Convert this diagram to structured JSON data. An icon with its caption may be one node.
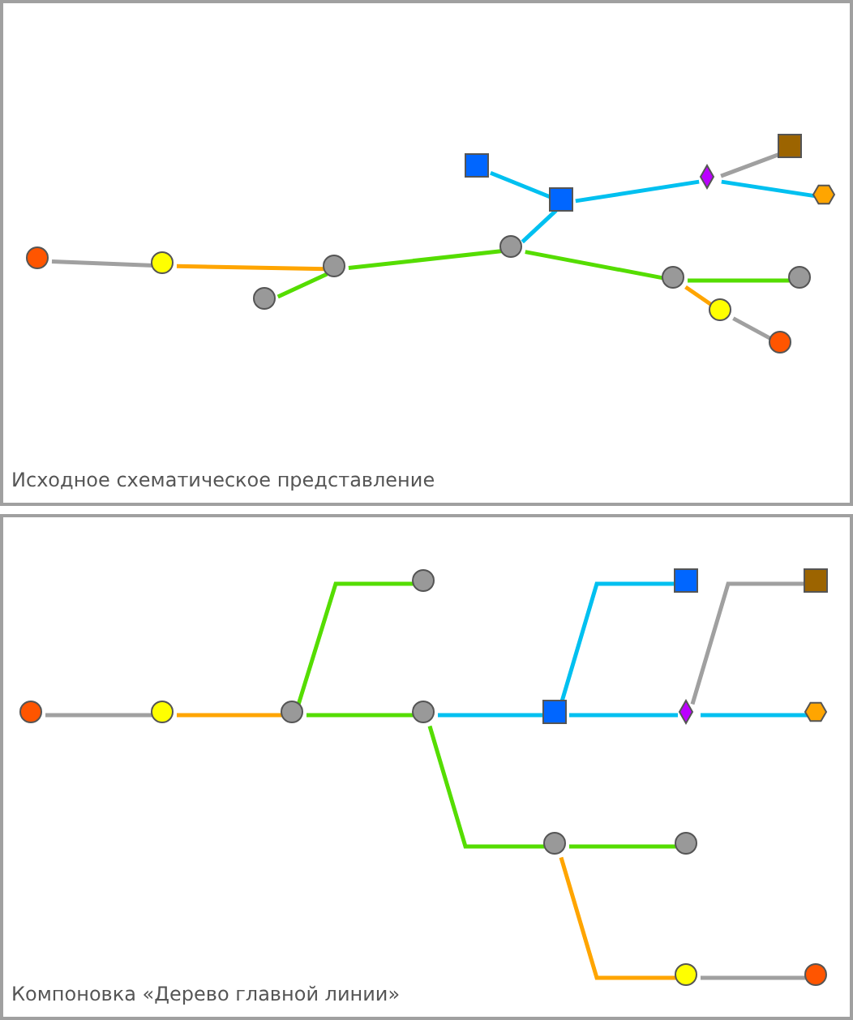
{
  "diagram": {
    "nodes": [
      {
        "text": [
          "Исходное схематическое представление"
        ]
      },
      {
        "text": [],
        "shape": "circle",
        "in": 0
      },
      {
        "text": [],
        "shape": "circle",
        "in": 0
      },
      {
        "text": [],
        "shape": "circle",
        "in": 0
      },
      {
        "text": [],
        "shape": "circle",
        "in": 0
      },
      {
        "text": [],
        "shape": "box",
        "in": 0
      },
      {
        "text": [],
        "shape": "circle",
        "in": 0
      },
      {
        "text": [],
        "shape": "box",
        "in": 0
      },
      {
        "text": [],
        "shape": "circle",
        "in": 0
      },
      {
        "text": [],
        "shape": "diamond",
        "in": 0
      },
      {
        "text": [],
        "shape": "circle",
        "in": 0
      },
      {
        "text": [],
        "shape": "circle",
        "in": 0
      },
      {
        "text": [],
        "shape": "box",
        "in": 0
      },
      {
        "text": [],
        "shape": "circle",
        "in": 0
      },
      {
        "text": [],
        "shape": "hexagon",
        "in": 0
      },
      {
        "text": [
          "Компоновка «Дерево главной линии»"
        ]
      },
      {
        "text": [],
        "shape": "circle",
        "in": 15
      },
      {
        "text": [],
        "shape": "circle",
        "in": 15
      },
      {
        "text": [],
        "shape": "circle",
        "in": 15
      },
      {
        "text": [],
        "shape": "circle",
        "in": 15
      },
      {
        "text": [],
        "shape": "circle",
        "in": 15
      },
      {
        "text": [],
        "shape": "box",
        "in": 15
      },
      {
        "text": [],
        "shape": "circle",
        "in": 15
      },
      {
        "text": [],
        "shape": "box",
        "in": 15
      },
      {
        "text": [],
        "shape": "diamond",
        "in": 15
      },
      {
        "text": [],
        "shape": "circle",
        "in": 15
      },
      {
        "text": [],
        "shape": "circle",
        "in": 15
      },
      {
        "text": [],
        "shape": "box",
        "in": 15
      },
      {
        "text": [],
        "shape": "hexagon",
        "in": 15
      },
      {
        "text": [],
        "shape": "circle",
        "in": 15
      }
    ],
    "edges": [
      {
        "from": 1,
        "to": 2,
        "arrow": "none",
        "color": "#a0a0a0"
      },
      {
        "from": 2,
        "to": 4,
        "arrow": "none",
        "color": "#ffa500"
      },
      {
        "from": 4,
        "to": 3,
        "arrow": "none",
        "color": "#55dd00"
      },
      {
        "from": 4,
        "to": 6,
        "arrow": "none",
        "color": "#55dd00"
      },
      {
        "from": 6,
        "to": 7,
        "arrow": "none",
        "color": "#00c0f0"
      },
      {
        "from": 7,
        "to": 5,
        "arrow": "none",
        "color": "#00c0f0"
      },
      {
        "from": 7,
        "to": 9,
        "arrow": "none",
        "color": "#00c0f0"
      },
      {
        "from": 9,
        "to": 12,
        "arrow": "none",
        "color": "#a0a0a0"
      },
      {
        "from": 9,
        "to": 14,
        "arrow": "none",
        "color": "#00c0f0"
      },
      {
        "from": 6,
        "to": 8,
        "arrow": "none",
        "color": "#55dd00"
      },
      {
        "from": 8,
        "to": 13,
        "arrow": "none",
        "color": "#55dd00"
      },
      {
        "from": 8,
        "to": 10,
        "arrow": "none",
        "color": "#ffa500"
      },
      {
        "from": 10,
        "to": 11,
        "arrow": "none",
        "color": "#a0a0a0"
      },
      {
        "from": 16,
        "to": 17,
        "arrow": "none",
        "color": "#a0a0a0"
      },
      {
        "from": 17,
        "to": 18,
        "arrow": "none",
        "color": "#ffa500"
      },
      {
        "from": 18,
        "to": 19,
        "arrow": "none",
        "color": "#55dd00"
      },
      {
        "from": 18,
        "to": 20,
        "arrow": "none",
        "color": "#55dd00"
      },
      {
        "from": 20,
        "to": 21,
        "arrow": "none",
        "color": "#00c0f0"
      },
      {
        "from": 21,
        "to": 23,
        "arrow": "none",
        "color": "#00c0f0"
      },
      {
        "from": 21,
        "to": 24,
        "arrow": "none",
        "color": "#00c0f0"
      },
      {
        "from": 24,
        "to": 27,
        "arrow": "none",
        "color": "#a0a0a0"
      },
      {
        "from": 24,
        "to": 28,
        "arrow": "none",
        "color": "#00c0f0"
      },
      {
        "from": 20,
        "to": 22,
        "arrow": "none",
        "color": "#55dd00"
      },
      {
        "from": 22,
        "to": 25,
        "arrow": "none",
        "color": "#55dd00"
      },
      {
        "from": 22,
        "to": 26,
        "arrow": "none",
        "color": "#ffa500"
      },
      {
        "from": 26,
        "to": 29,
        "arrow": "none",
        "color": "#a0a0a0"
      }
    ]
  }
}
